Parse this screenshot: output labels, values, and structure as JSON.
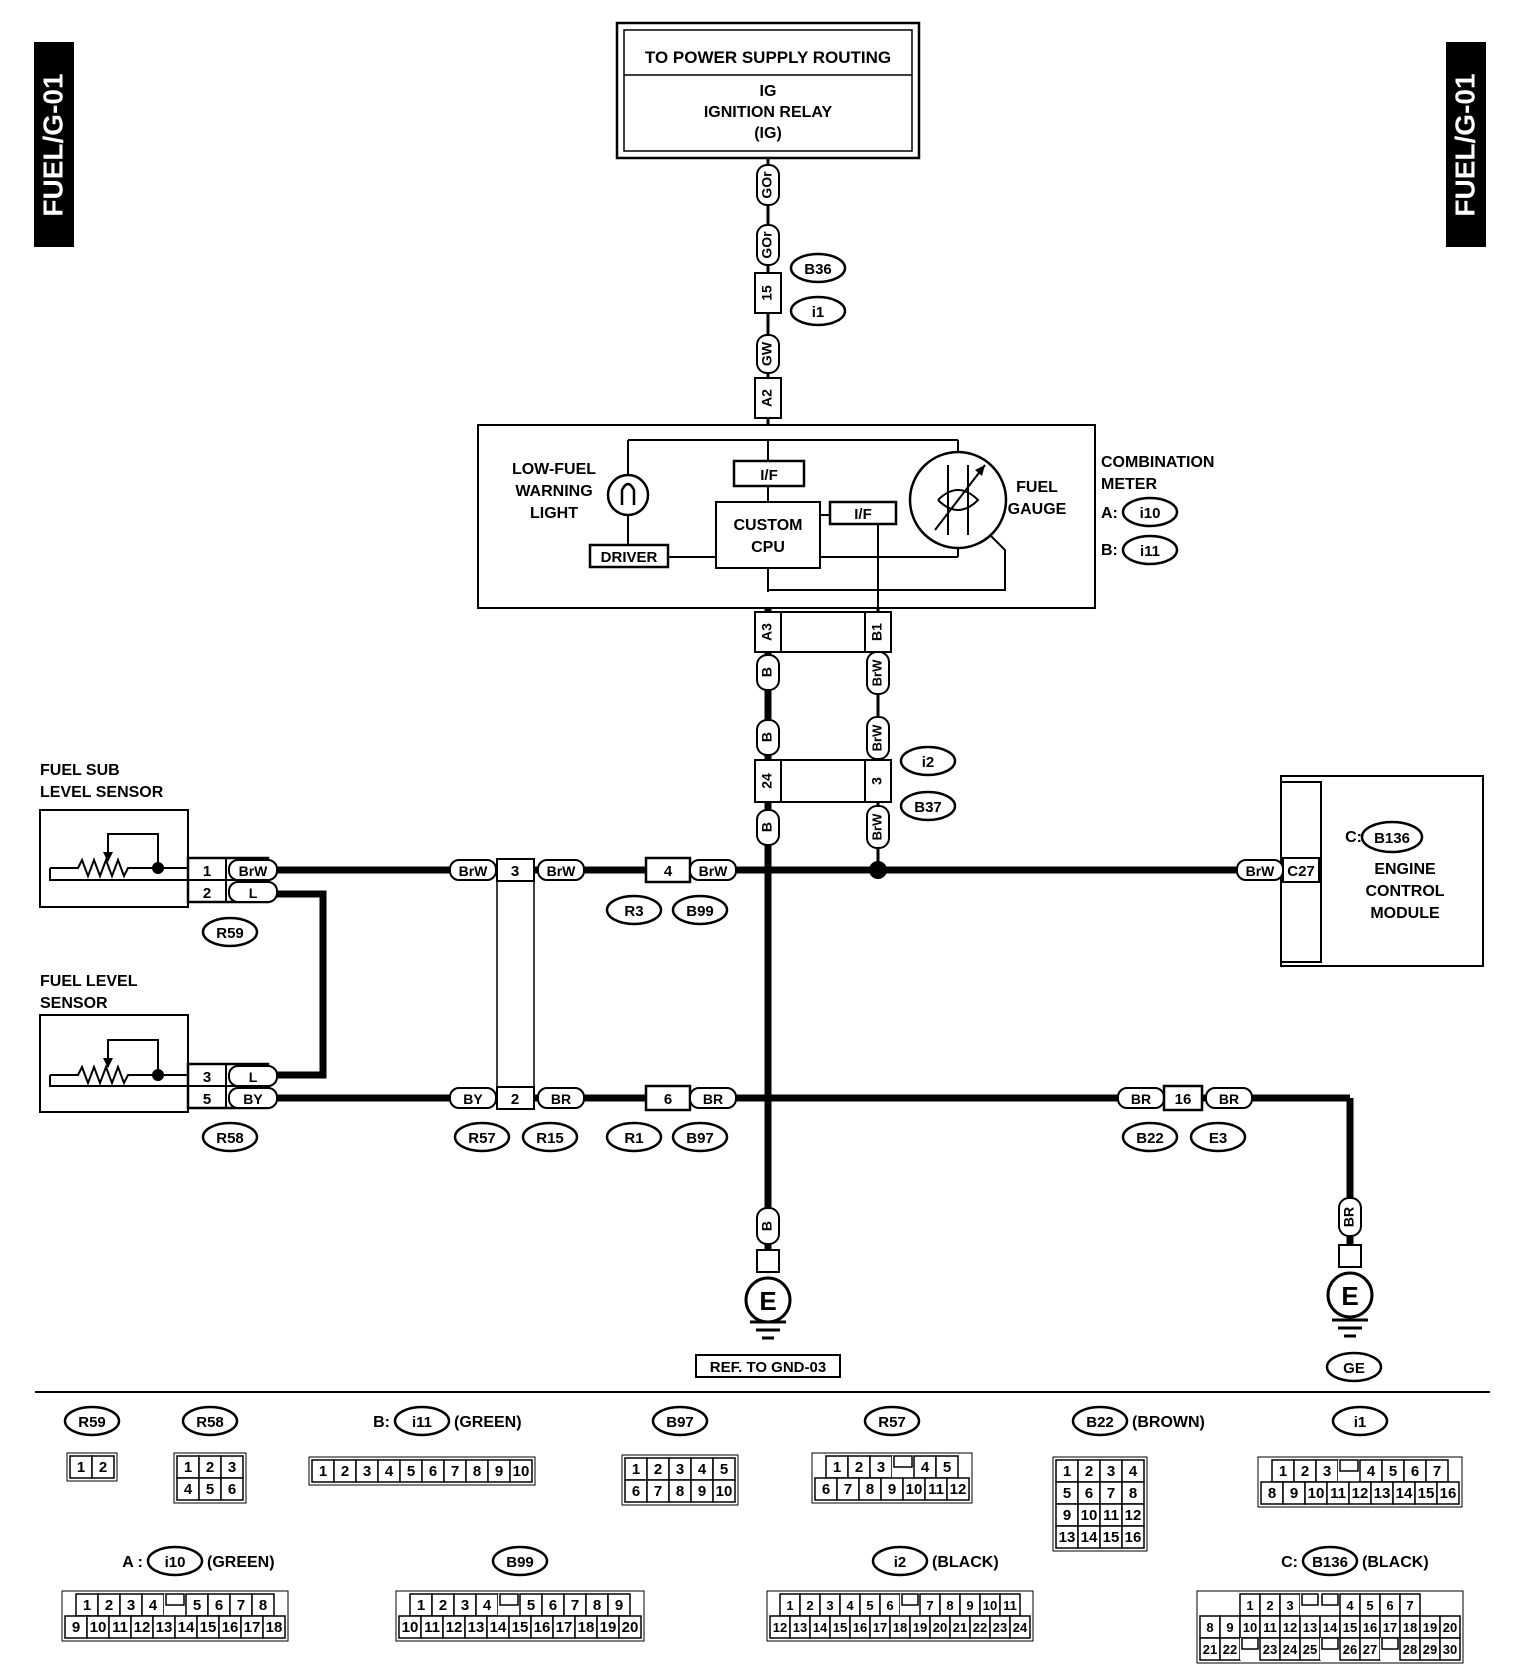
{
  "side_tab": {
    "left": "FUEL/G-01",
    "right": "FUEL/G-01"
  },
  "power_box": {
    "header": "TO POWER SUPPLY ROUTING",
    "line1": "IG",
    "line2": "IGNITION RELAY",
    "line3": "(IG)"
  },
  "combination_meter": {
    "title1": "COMBINATION",
    "title2": "METER",
    "a_prefix": "A:",
    "a_conn": "i10",
    "b_prefix": "B:",
    "b_conn": "i11",
    "low_fuel_1": "LOW-FUEL",
    "low_fuel_2": "WARNING",
    "low_fuel_3": "LIGHT",
    "if_top": "I/F",
    "if_right": "I/F",
    "cpu1": "CUSTOM",
    "cpu2": "CPU",
    "driver": "DRIVER",
    "gauge1": "FUEL",
    "gauge2": "GAUGE"
  },
  "sensors": {
    "sub1": "FUEL SUB",
    "sub2": "LEVEL SENSOR",
    "main1": "FUEL LEVEL",
    "main2": "SENSOR"
  },
  "ecm": {
    "prefix": "C:",
    "conn": "B136",
    "line1": "ENGINE",
    "line2": "CONTROL",
    "line3": "MODULE",
    "pin": "C27",
    "wire": "BrW"
  },
  "wire_labels": {
    "gor_top": "GOr",
    "gor_b36": "GOr",
    "pin15": "15",
    "gw": "GW",
    "a2": "A2",
    "a3": "A3",
    "b1": "B1",
    "b_1": "B",
    "brw_1": "BrW",
    "b_2": "B",
    "brw_2": "BrW",
    "pin24": "24",
    "pin3_i2": "3",
    "b_3": "B",
    "brw_3": "BrW",
    "r59_p1": "1",
    "r59_w1": "BrW",
    "r59_p2": "2",
    "r59_w2": "L",
    "r58_p3": "3",
    "r58_w3": "L",
    "r58_p5": "5",
    "r58_w5": "BY",
    "r57_brw_l": "BrW",
    "r57_p3": "3",
    "r57_brw_r": "BrW",
    "r3_p4": "4",
    "r3_brw": "BrW",
    "r57_by": "BY",
    "r57_p2": "2",
    "r57_br": "BR",
    "r1_p6": "6",
    "r1_br": "BR",
    "b22_br_l": "BR",
    "b22_p16": "16",
    "b22_br_r": "BR",
    "b_ground": "B",
    "br_ground": "BR"
  },
  "callouts": {
    "b36": "B36",
    "i1": "i1",
    "i2": "i2",
    "b37": "B37",
    "r59": "R59",
    "r58": "R58",
    "r3": "R3",
    "b99": "B99",
    "r57": "R57",
    "r15": "R15",
    "r1": "R1",
    "b97": "B97",
    "b22": "B22",
    "e3": "E3",
    "ge": "GE"
  },
  "ground": {
    "symbol": "E",
    "ref": "REF. TO GND-03"
  },
  "connector_views": [
    {
      "name": "R59",
      "rows": [
        [
          "1",
          "2"
        ]
      ]
    },
    {
      "name": "R58",
      "rows": [
        [
          "1",
          "2",
          "3"
        ],
        [
          "4",
          "5",
          "6"
        ]
      ]
    },
    {
      "prefix": "B:",
      "name": "i11",
      "suffix": "(GREEN)",
      "rows": [
        [
          "1",
          "2",
          "3",
          "4",
          "5",
          "6",
          "7",
          "8",
          "9",
          "10"
        ]
      ]
    },
    {
      "name": "B97",
      "rows": [
        [
          "1",
          "2",
          "3",
          "4",
          "5"
        ],
        [
          "6",
          "7",
          "8",
          "9",
          "10"
        ]
      ]
    },
    {
      "name": "R57",
      "rows": [
        [
          "1",
          "2",
          "3",
          "",
          "4",
          "5"
        ],
        [
          "6",
          "7",
          "8",
          "9",
          "10",
          "11",
          "12"
        ]
      ]
    },
    {
      "name": "B22",
      "suffix": "(BROWN)",
      "rows": [
        [
          "1",
          "2",
          "3",
          "4"
        ],
        [
          "5",
          "6",
          "7",
          "8"
        ],
        [
          "9",
          "10",
          "11",
          "12"
        ],
        [
          "13",
          "14",
          "15",
          "16"
        ]
      ]
    },
    {
      "name": "i1",
      "rows": [
        [
          "1",
          "2",
          "3",
          "",
          "4",
          "5",
          "6",
          "7"
        ],
        [
          "8",
          "9",
          "10",
          "11",
          "12",
          "13",
          "14",
          "15",
          "16"
        ]
      ]
    },
    {
      "prefix": "A :",
      "name": "i10",
      "suffix": "(GREEN)",
      "rows": [
        [
          "1",
          "2",
          "3",
          "4",
          "",
          "5",
          "6",
          "7",
          "8"
        ],
        [
          "9",
          "10",
          "11",
          "12",
          "13",
          "14",
          "15",
          "16",
          "17",
          "18"
        ]
      ]
    },
    {
      "name": "B99",
      "rows": [
        [
          "1",
          "2",
          "3",
          "4",
          "",
          "5",
          "6",
          "7",
          "8",
          "9"
        ],
        [
          "10",
          "11",
          "12",
          "13",
          "14",
          "15",
          "16",
          "17",
          "18",
          "19",
          "20"
        ]
      ]
    },
    {
      "name": "i2",
      "suffix": "(BLACK)",
      "rows": [
        [
          "1",
          "2",
          "3",
          "4",
          "5",
          "6",
          "",
          "7",
          "8",
          "9",
          "10",
          "11"
        ],
        [
          "12",
          "13",
          "14",
          "15",
          "16",
          "17",
          "18",
          "19",
          "20",
          "21",
          "22",
          "23",
          "24"
        ]
      ]
    },
    {
      "prefix": "C:",
      "name": "B136",
      "suffix": "(BLACK)",
      "rows": [
        [
          "1",
          "2",
          "3",
          "",
          "",
          "4",
          "5",
          "6",
          "7"
        ],
        [
          "8",
          "9",
          "10",
          "11",
          "12",
          "13",
          "14",
          "15",
          "16",
          "17",
          "18",
          "19",
          "20"
        ],
        [
          "21",
          "22",
          "",
          "23",
          "24",
          "25",
          "",
          "26",
          "27",
          "",
          "28",
          "29",
          "30"
        ]
      ]
    }
  ]
}
